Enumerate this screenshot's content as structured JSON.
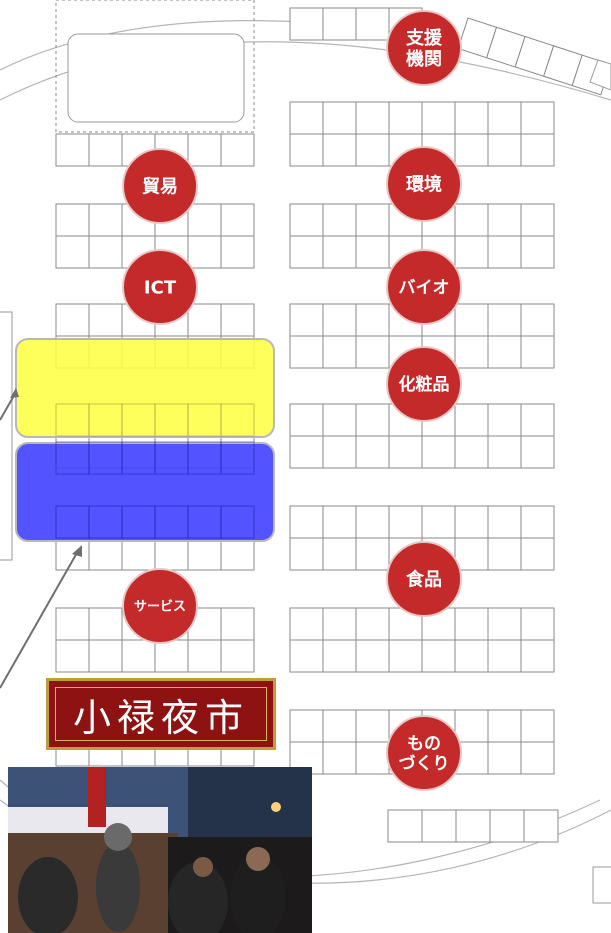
{
  "categories": [
    {
      "id": "support",
      "lines": [
        "支援",
        "機関"
      ]
    },
    {
      "id": "trade",
      "lines": [
        "貿易"
      ]
    },
    {
      "id": "environment",
      "lines": [
        "環境"
      ]
    },
    {
      "id": "ict",
      "lines": [
        "ICT"
      ]
    },
    {
      "id": "bio",
      "lines": [
        "バイオ"
      ]
    },
    {
      "id": "cosmetics",
      "lines": [
        "化粧品"
      ]
    },
    {
      "id": "food",
      "lines": [
        "食品"
      ]
    },
    {
      "id": "service",
      "lines": [
        "サービス"
      ]
    },
    {
      "id": "manufacturing",
      "lines": [
        "もの",
        "づくり"
      ]
    }
  ],
  "night_market": {
    "label": "小禄夜市"
  },
  "colors": {
    "badge": "#c42a2a",
    "zone_yellow": "#ffff44",
    "zone_blue": "#4444ff",
    "banner": "#8e1212"
  },
  "photo": {
    "description_icon": "night-market-photo"
  }
}
